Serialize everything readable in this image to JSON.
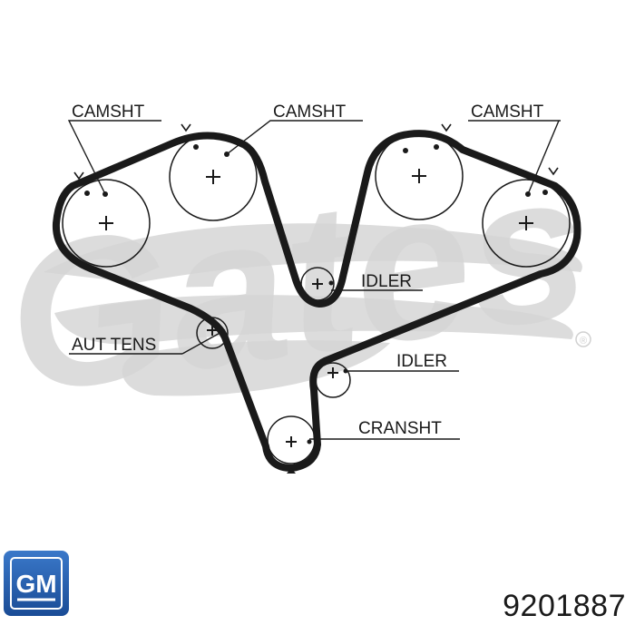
{
  "labels": {
    "camsht_left": "CAMSHT",
    "camsht_middle": "CAMSHT",
    "camsht_right": "CAMSHT",
    "idler_upper": "IDLER",
    "idler_lower": "IDLER",
    "aut_tens": "AUT TENS",
    "cransht": "CRANSHT"
  },
  "brand": {
    "watermark": "Gates",
    "watermark_color": "#d6d6d6",
    "logo_text": "GM",
    "logo_color": "#1f56a8"
  },
  "part_number": "9201887"
}
